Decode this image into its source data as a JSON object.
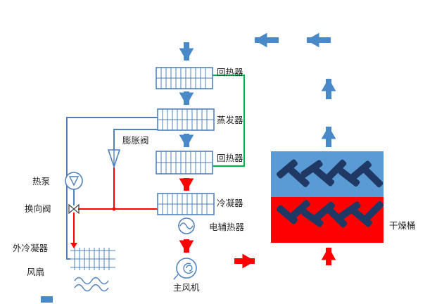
{
  "labels": {
    "regenerator_top": "回热器",
    "evaporator": "蒸发器",
    "expansion_valve": "膨胀阀",
    "regenerator_bottom": "回热器",
    "condenser": "冷凝器",
    "electric_heater": "电辅热器",
    "heat_pump": "热泵",
    "reversing_valve": "换向阀",
    "external_condenser": "外冷凝器",
    "fan": "风扇",
    "main_fan": "主风机",
    "drying_drum": "干燥桶"
  },
  "colors": {
    "cool_air_arrow": "#4a89c8",
    "hot_air_arrow": "#ff0000",
    "heat_recovery_line": "#00b050",
    "refrigerant_cool_line": "#4f81bd",
    "refrigerant_hot_line": "#ff0000",
    "component_outline": "#4f81bd",
    "drum_top": "#5b9bd5",
    "drum_bottom": "#ff0000",
    "laundry": "#1f3864",
    "label_text": "#262626"
  }
}
